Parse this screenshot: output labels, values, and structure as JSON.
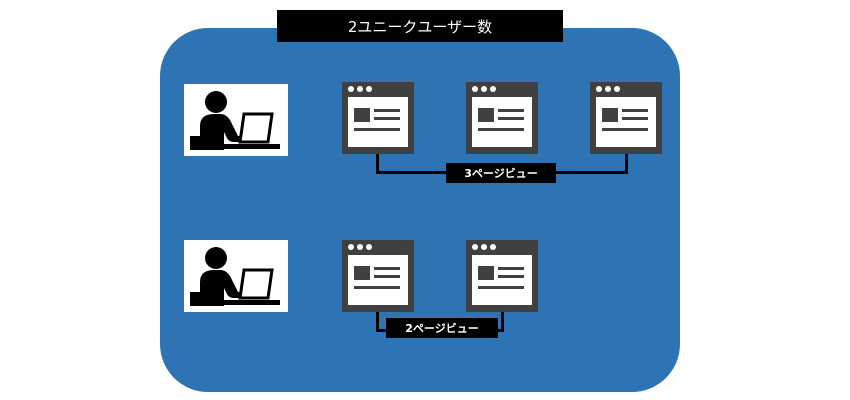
{
  "title": "2ユニークユーザー数",
  "rows": [
    {
      "pageviews_label": "3ページビュー",
      "page_count": 3
    },
    {
      "pageviews_label": "2ページビュー",
      "page_count": 2
    }
  ],
  "colors": {
    "panel": "#2e74b5",
    "label_bg": "#000000",
    "page_icon": "#404040"
  },
  "icons": {
    "user": "person-at-laptop-icon",
    "page": "browser-page-icon"
  }
}
